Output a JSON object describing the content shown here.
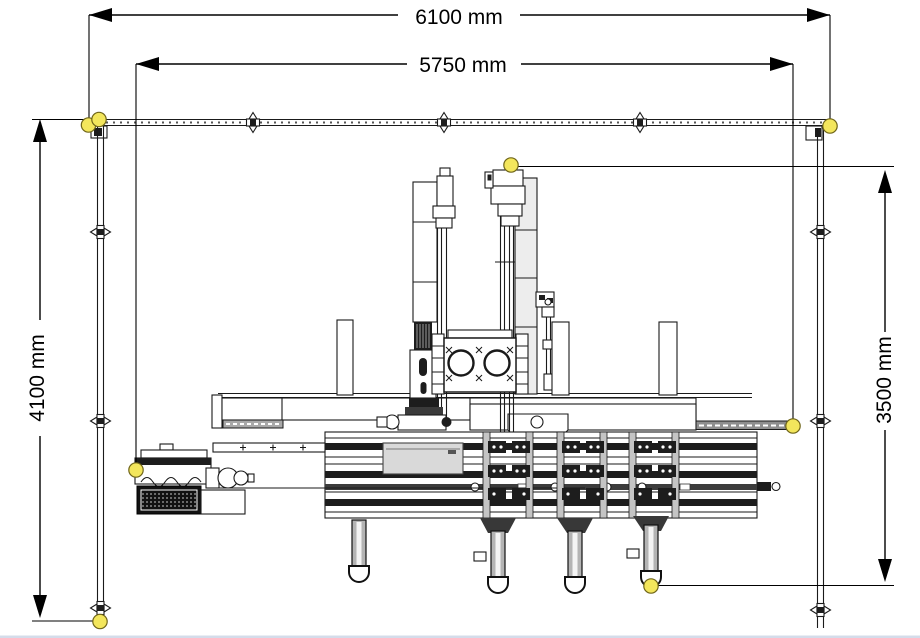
{
  "diagram": {
    "dimensions": {
      "overall_width": "6100 mm",
      "fence_width": "5750 mm",
      "overall_depth": "4100 mm",
      "machine_depth": "3500 mm"
    },
    "colors": {
      "line": "#1a1a1a",
      "marker_fill": "#f3e65c",
      "marker_stroke": "#6f6519",
      "panel_gray": "#d9d9d9"
    }
  }
}
